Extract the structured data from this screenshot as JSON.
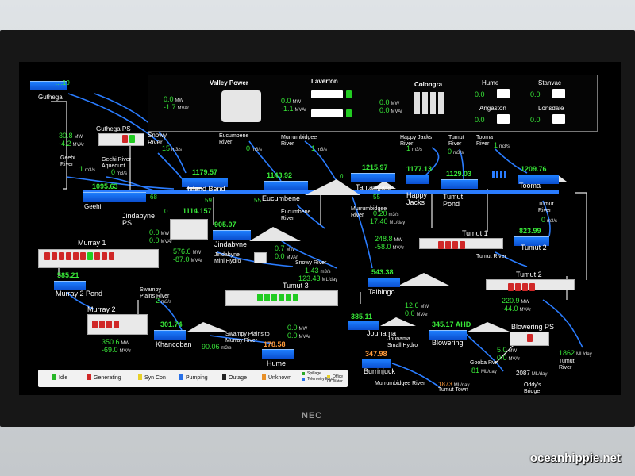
{
  "brand": "NEC",
  "watermark": "oceanhippie.net",
  "panels": {
    "valley_power": {
      "title": "Valley Power"
    },
    "laverton": {
      "title": "Laverton",
      "mw": "0.0",
      "mvar": "-1.1",
      "unit_mw": "MW",
      "unit_mvar": "MVAr"
    },
    "colongra": {
      "title": "Colongra",
      "mw": "0.0",
      "mvar": "0.0",
      "unit_mw": "MW",
      "unit_mvar": "MVAr"
    },
    "valley_power_vals": {
      "mw": "0.0",
      "mvar": "-1.7"
    },
    "sites": {
      "hume": "Hume",
      "stanvac": "Stanvac",
      "angaston": "Angaston",
      "lonsdale": "Lonsdale"
    },
    "site_vals": {
      "hume": "0.0",
      "stanvac": "0.0",
      "angaston": "0.0",
      "lonsdale": "0.0"
    }
  },
  "guthega": {
    "name": "Guthega",
    "top_level": "....19",
    "ps": "Guthega PS",
    "mw": "30.8",
    "mvar": "-4.2"
  },
  "snowy_river": {
    "name": "Snowy River",
    "flow": "15",
    "unit": "m3/s"
  },
  "geehi": {
    "river": "Geehi River",
    "river_flow": "1",
    "aqueduct": "Geehi River Aqueduct",
    "aqueduct_flow": "0",
    "level": "1095.63",
    "name": "Geehi",
    "n1": "68",
    "n2": "0"
  },
  "eucumbene_river_top": {
    "name": "Eucumbene River",
    "flow": "0"
  },
  "murrumbidgee_top": {
    "name": "Murrumbidgee River",
    "flow": "1"
  },
  "island_bend": {
    "level": "1179.57",
    "name": "Island Bend",
    "n": "59"
  },
  "eucumbene": {
    "level": "1143.92",
    "name": "Eucumbene",
    "n": "55"
  },
  "tantangara": {
    "level": "1215.97",
    "name": "Tantangara",
    "n": "0",
    "n2": "55"
  },
  "happy_jacks": {
    "river": "Happy Jacks River",
    "river_flow": "1",
    "level": "1177.13",
    "name": "Happy Jacks"
  },
  "tumut_river_top": {
    "name": "Tumut River",
    "flow": "0"
  },
  "tumut_pond": {
    "level": "1129.03",
    "name": "Tumut Pond"
  },
  "tooma": {
    "river": "Tooma River",
    "river_flow": "1",
    "level": "1209.76",
    "name": "Tooma"
  },
  "tumut_river_right": {
    "name": "Tumut River",
    "flow": "0"
  },
  "jindabyne_ps": {
    "name": "Jindabyne PS",
    "level": "1114.157",
    "mw": "0.0",
    "mvar": "0.0"
  },
  "jindabyne": {
    "level": "905.07",
    "name": "Jindabyne",
    "mini": "Jindabyne Mini Hydro",
    "mw": "0.7",
    "mvar": "0.0"
  },
  "eucumbene_river_mid": {
    "name": "Eucumbene River"
  },
  "murrumbidgee_mid": {
    "name": "Murrumbidgee River",
    "flow": "0.20",
    "mlday": "17.40"
  },
  "murray1": {
    "name": "Murray 1",
    "mw": "576.6",
    "mvar": "-87.0"
  },
  "snowy_river_low": {
    "name": "Snowy River",
    "flow": "1.43",
    "mlday": "123.43"
  },
  "tumut1": {
    "name": "Tumut 1",
    "mw": "248.8",
    "mvar": "-58.0",
    "tumut_river": "Tumut River"
  },
  "tumut2": {
    "level": "823.99",
    "name": "Tumut 2"
  },
  "murray2_pond": {
    "level": "585.21",
    "name": "Murray 2 Pond"
  },
  "tumut3": {
    "name": "Tumut 3",
    "mw": "0.0",
    "mvar": "0.0"
  },
  "talbingo": {
    "level": "543.38",
    "name": "Talbingo"
  },
  "tumut2_ps": {
    "name": "Tumut 2",
    "mw": "220.9",
    "mvar": "-44.0"
  },
  "swampy_top": {
    "name": "Swampy Plains River",
    "flow": "2",
    "unit": "m3/s"
  },
  "murray2": {
    "name": "Murray 2",
    "mw": "350.6",
    "mvar": "-69.0"
  },
  "khancoban": {
    "level": "301.74",
    "name": "Khancoban"
  },
  "swampy_low": {
    "name": "Swampy Plains to Murray River",
    "flow": "90.06"
  },
  "hume": {
    "level": "178.58",
    "name": "Hume"
  },
  "jounama": {
    "level": "385.11",
    "name": "Jounama",
    "small": "Jounama Small Hydro",
    "mw": "12.6",
    "mvar": "0.0"
  },
  "blowering": {
    "level": "345.17 AHD",
    "name": "Blowering",
    "ps": "Blowering PS",
    "mw": "5.0",
    "mvar": "0.0"
  },
  "gooba": {
    "name": "Gooba Rvr",
    "mlday": "81"
  },
  "tumut_river_low": {
    "name": "Tumut River",
    "flow": "1862"
  },
  "burrinjuck": {
    "level": "347.98",
    "name": "Burrinjuck"
  },
  "murrumbidgee_low": {
    "name": "Murrumbidgee River"
  },
  "tumut_town": {
    "name": "Tumut Town",
    "flow": "1873"
  },
  "oddys": {
    "name": "Oddy's Bridge",
    "flow": "2087"
  },
  "units": {
    "mw": "MW",
    "mvar": "MVAr",
    "m3s": "m3/s",
    "mlday": "ML/day"
  },
  "legend": {
    "items": [
      {
        "label": "Idle",
        "color": "#28b828"
      },
      {
        "label": "Generating",
        "color": "#d02828"
      },
      {
        "label": "Syn Con",
        "color": "#e8d028"
      },
      {
        "label": "Pumping",
        "color": "#2870e8"
      },
      {
        "label": "Outage",
        "color": "#222222"
      },
      {
        "label": "Unknown",
        "color": "#e89028"
      }
    ],
    "notes": [
      "Spillage",
      "Telemetry Error",
      "Office Of Water"
    ]
  }
}
